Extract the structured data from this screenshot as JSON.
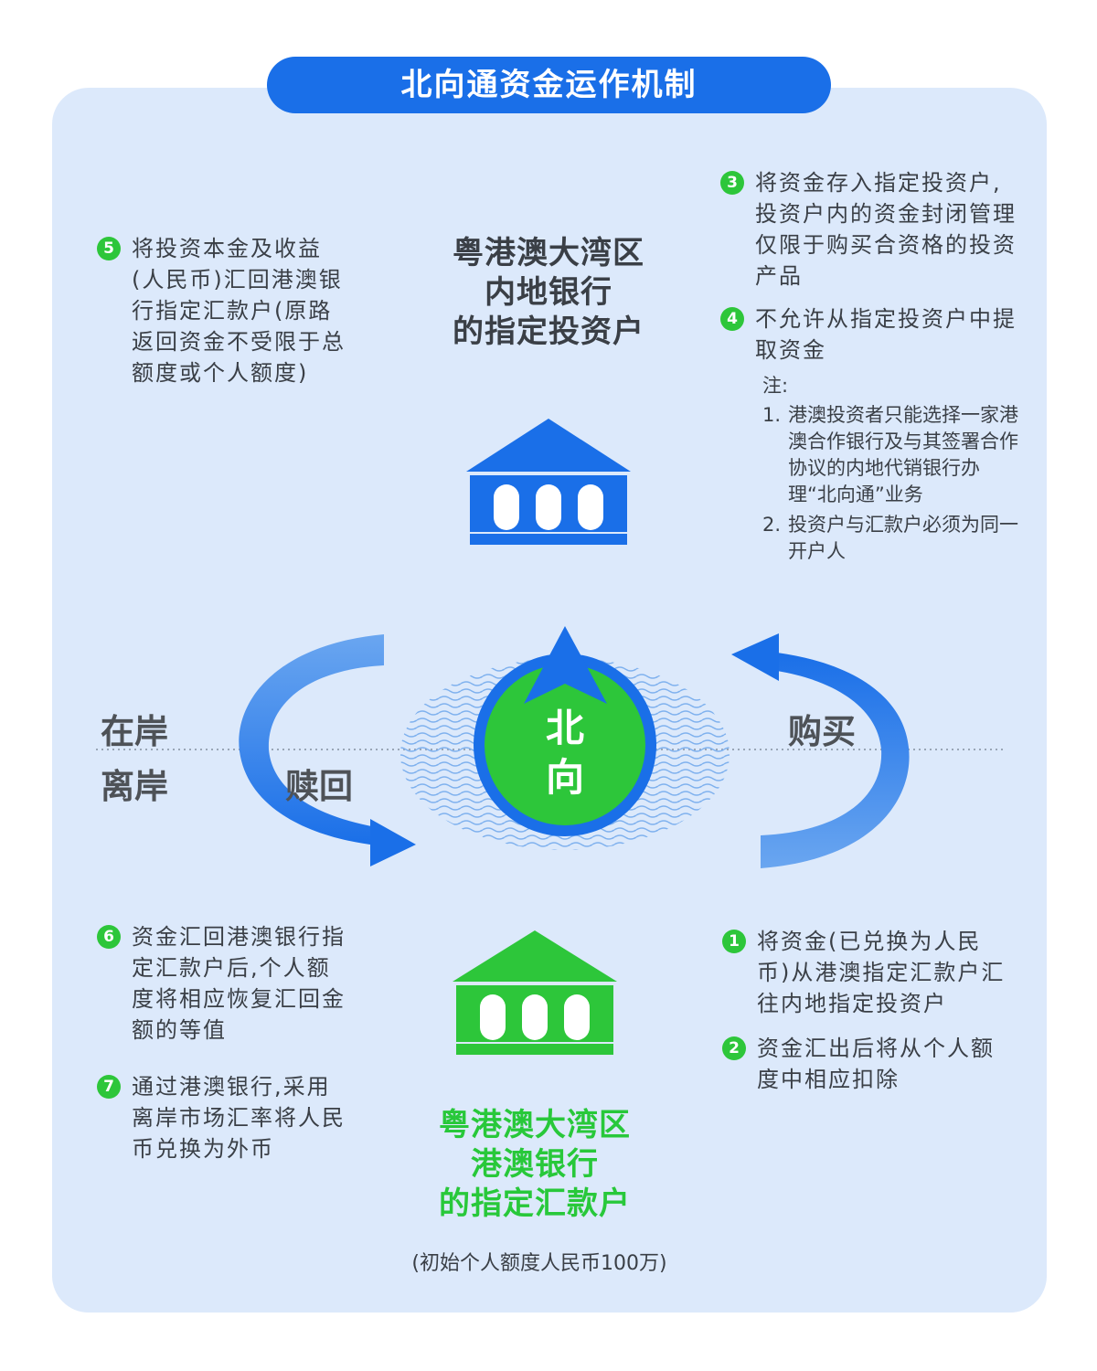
{
  "title": "北向通资金运作机制",
  "top_account": {
    "lines": [
      "粤港澳大湾区",
      "内地银行",
      "的指定投资户"
    ]
  },
  "bottom_account": {
    "lines": [
      "粤港澳大湾区",
      "港澳银行",
      "的指定汇款户"
    ]
  },
  "quota_note": "(初始个人额度人民币100万)",
  "center": {
    "line1": "北",
    "line2": "向"
  },
  "labels": {
    "onshore": "在岸",
    "offshore": "离岸",
    "redeem": "赎回",
    "buy": "购买"
  },
  "steps": [
    {
      "num": "1",
      "text": "将资金(已兑换为人民币)从港澳指定汇款户汇往内地指定投资户"
    },
    {
      "num": "2",
      "text": "资金汇出后将从个人额度中相应扣除"
    },
    {
      "num": "3",
      "text": "将资金存入指定投资户,投资户内的资金封闭管理仅限于购买合资格的投资产品"
    },
    {
      "num": "4",
      "text": "不允许从指定投资户中提取资金"
    },
    {
      "num": "5",
      "text": "将投资本金及收益(人民币)汇回港澳银行指定汇款户(原路返回资金不受限于总额度或个人额度)"
    },
    {
      "num": "6",
      "text": "资金汇回港澳银行指定汇款户后,个人额度将相应恢复汇回金额的等值"
    },
    {
      "num": "7",
      "text": "通过港澳银行,采用离岸市场汇率将人民币兑换为外币"
    }
  ],
  "notes": {
    "heading": "注:",
    "items": [
      {
        "num": "1.",
        "text": "港澳投资者只能选择一家港澳合作银行及与其签署合作协议的内地代销银行办理“北向通”业务"
      },
      {
        "num": "2.",
        "text": "投资户与汇款户必须为同一开户人"
      }
    ]
  },
  "colors": {
    "blue": "#1a6fe8",
    "green": "#2dc63a",
    "panel": "#dce9fb",
    "text": "#3a3f46"
  },
  "icons": {
    "top_bank": "bank-icon",
    "bottom_bank": "bank-icon",
    "compass": "arrow-up-icon"
  }
}
